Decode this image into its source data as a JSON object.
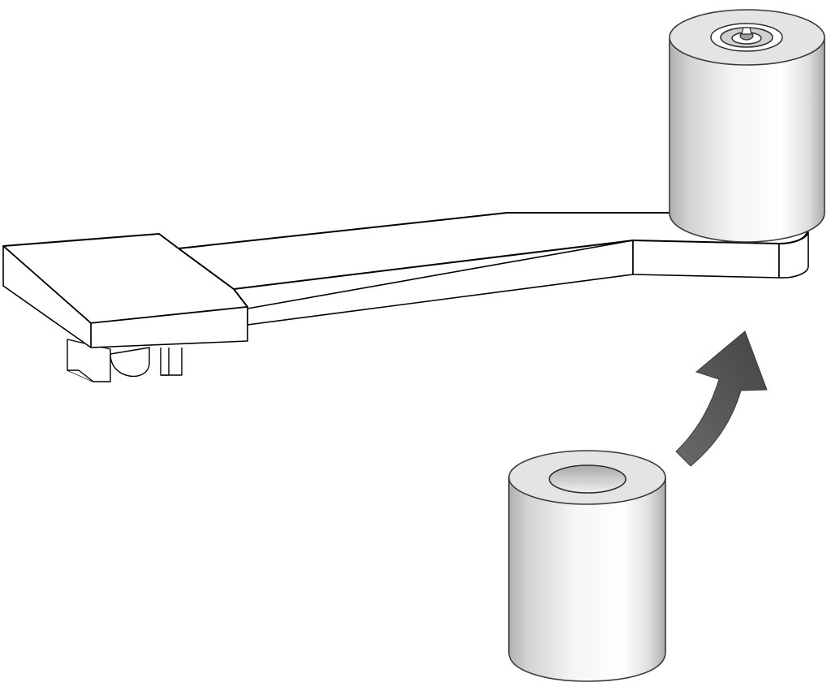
{
  "figure": {
    "kind": "patent-style line drawing",
    "parts": [
      {
        "id": "lever-arm",
        "label": ""
      },
      {
        "id": "installed-roller",
        "label": ""
      },
      {
        "id": "loose-roller",
        "label": ""
      },
      {
        "id": "mounting-feet",
        "label": ""
      },
      {
        "id": "installation-arrow",
        "label": ""
      }
    ],
    "arrow_direction": "up-right",
    "colors": {
      "line": "#000000",
      "fill": "#ffffff",
      "roller_shade_light": "#ffffff",
      "roller_shade_dark": "#b5b5b5",
      "arrow": "#5a5a5a"
    }
  }
}
